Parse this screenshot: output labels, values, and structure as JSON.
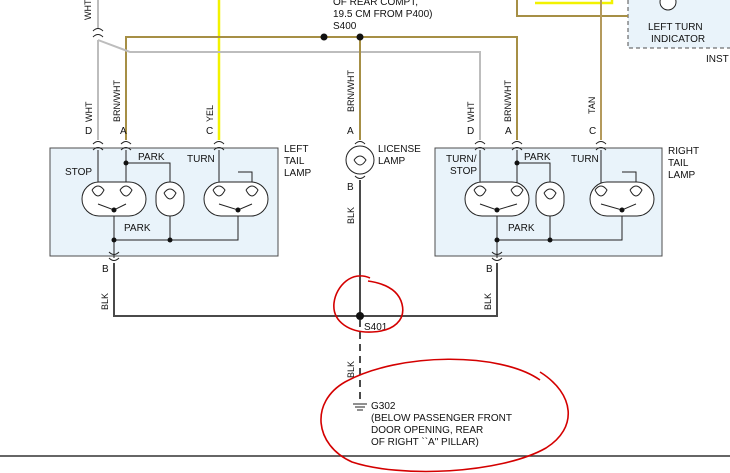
{
  "top": {
    "rear_comp_line1": "OF REAR COMPT,",
    "rear_comp_line2": "19.5 CM FROM P400)",
    "splice_top": "S400",
    "left_turn_indicator_line1": "LEFT TURN",
    "left_turn_indicator_line2": "INDICATOR",
    "inst_fragment": "INST",
    "top_left_wire": "WHT"
  },
  "left_tail_lamp": {
    "title_line1": "LEFT",
    "title_line2": "TAIL",
    "title_line3": "LAMP",
    "wires": [
      {
        "color_label": "WHT",
        "pin": "D"
      },
      {
        "color_label": "BRN/WHT",
        "pin": "A"
      },
      {
        "color_label": "YEL",
        "pin": "C"
      }
    ],
    "labels": {
      "stop": "STOP",
      "park_top": "PARK",
      "turn": "TURN",
      "park_bottom": "PARK"
    },
    "ground_pin": "B",
    "ground_wire": "BLK"
  },
  "license_lamp": {
    "wire_label": "BRN/WHT",
    "pin_a": "A",
    "title_line1": "LICENSE",
    "title_line2": "LAMP",
    "pin_b": "B",
    "ground_wire": "BLK"
  },
  "right_tail_lamp": {
    "title_line1": "RIGHT",
    "title_line2": "TAIL",
    "title_line3": "LAMP",
    "wires": [
      {
        "color_label": "WHT",
        "pin": "D"
      },
      {
        "color_label": "BRN/WHT",
        "pin": "A"
      },
      {
        "color_label": "TAN",
        "pin": "C"
      }
    ],
    "labels": {
      "turn_stop_line1": "TURN/",
      "turn_stop_line2": "STOP",
      "park_top": "PARK",
      "turn": "TURN",
      "park_bottom": "PARK"
    },
    "ground_pin": "B",
    "ground_wire": "BLK"
  },
  "splice_s401": {
    "label": "S401",
    "left_wire": "BLK",
    "right_wire": "BLK",
    "down_wire": "BLK"
  },
  "ground_g302": {
    "label": "G302",
    "desc_line1": "(BELOW PASSENGER FRONT",
    "desc_line2": "DOOR OPENING, REAR",
    "desc_line3": "OF RIGHT ``A\" PILLAR)"
  },
  "colors": {
    "wire_blk": "#4a4a4a",
    "wire_brn_wht": "#a68f45",
    "wire_wht": "#bdbdbd",
    "wire_yel": "#f2f200",
    "lamp_fill": "#e9f3fa",
    "annotation_red": "#d40000"
  }
}
